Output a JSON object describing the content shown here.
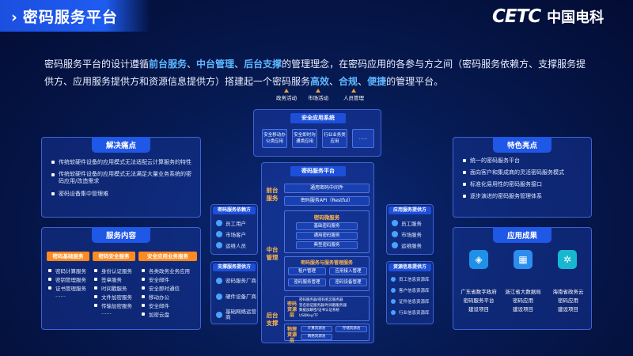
{
  "header": {
    "title": "密码服务平台",
    "chevron": "›",
    "logo_latin": "CETC",
    "logo_cn": "中国电科"
  },
  "intro": {
    "p1": "密码服务平台的设计遵循",
    "h1": "前台服务",
    "s1": "、",
    "h2": "中台管理",
    "s2": "、",
    "h3": "后台支撑",
    "p2": "的管理理念，在密码应用的各参与方之间（密码服务依赖方、支撑服务提供方、应用服务提供方和资源信息提供方）搭建起一个密码服务",
    "h4": "高效",
    "s3": "、",
    "h5": "合规",
    "s4": "、",
    "h6": "便捷",
    "p3": "的管理平台。"
  },
  "pain_points": {
    "title": "解决痛点",
    "items": [
      "传统软硬件设备的应用模式无法适配云计算服务的特性",
      "传统软硬件设备的应用模式无法满足大量业务系统的密码应用/改造需求",
      "密码设备集中管理难"
    ]
  },
  "service_content": {
    "title": "服务内容",
    "columns": [
      {
        "header": "密码基础服务",
        "items": [
          "密码计算服务",
          "密钥管理服务",
          "证书管理服务",
          "……"
        ]
      },
      {
        "header": "密码安全服务",
        "items": [
          "身份认证服务",
          "签章服务",
          "时间戳服务",
          "文件加密服务",
          "传输加密服务",
          "……"
        ]
      },
      {
        "header": "安全应用业务服务",
        "items": [
          "各类政务业务应用",
          "安全邮件",
          "安全即时通信",
          "移动办公",
          "安全邮件",
          "加密云盘"
        ]
      }
    ]
  },
  "top_arrows": [
    "政务活动",
    "市场活动",
    "人员管理"
  ],
  "security_app": {
    "title": "安全应用系统",
    "boxes": [
      "安全移动办公类应用",
      "安全即时沟通类应用",
      "行业业务类应用",
      "……"
    ]
  },
  "platform": {
    "title": "密码服务平台",
    "front": {
      "label": "前台服务",
      "rows": [
        "通用密码中间件",
        "密码服务API（Restful）"
      ]
    },
    "middle": {
      "label": "中台管理",
      "micro_title": "密码微服务",
      "micro_items": [
        "基础密码服务",
        "通用密码服务",
        "典型密码服务"
      ],
      "mgmt_title": "密码服务与服务管理服务",
      "mgmt_items": [
        "租户管理",
        "应用接入管理",
        "密码服务管理",
        "密码设备管理"
      ]
    },
    "back": {
      "label": "后台支撑",
      "crypto_label": "密码资源层",
      "crypto_items": [
        "密码服务器/密码机云服务器",
        "签名验证服务器/时间戳服务器",
        "数据加解密/证书认证系统",
        "USBKey/TF"
      ],
      "phys_label": "物理资源层",
      "phys_items": [
        "计算资源池",
        "网络资源池",
        "存储资源池"
      ]
    }
  },
  "dependents": {
    "title": "密码服务依赖方",
    "items": [
      "员工用户",
      "市场客户",
      "运维人员"
    ]
  },
  "support_providers": {
    "title": "支撑服务提供方",
    "items": [
      "密码服务厂商",
      "硬件设备厂商",
      "基础网络运营商"
    ]
  },
  "app_providers": {
    "title": "应用服务提供方",
    "items": [
      "员工服务",
      "市场服务",
      "运维服务"
    ]
  },
  "resource_providers": {
    "title": "资源信息提供方",
    "items": [
      "员工信息资源库",
      "客户信息资源库",
      "证件信息资源库",
      "行业信息资源库"
    ]
  },
  "highlights": {
    "title": "特色亮点",
    "items": [
      "统一的密码服务平台",
      "面向客户和集成商的灵活密码服务模式",
      "标准化易用性的密码服务接口",
      "逐步演进的密码服务管理体系"
    ]
  },
  "results": {
    "title": "应用成果",
    "items": [
      {
        "name": "广东省数字政府密码服务平台建设项目",
        "l1": "广东省数字政府",
        "l2": "密码服务平台",
        "l3": "建设项目"
      },
      {
        "name": "浙江省大数据局密码应用建设项目",
        "l1": "浙江省大数据局",
        "l2": "密码应用",
        "l3": "建设项目"
      },
      {
        "name": "海南省政务云密码应用建设项目",
        "l1": "海南省政务云",
        "l2": "密码应用",
        "l3": "建设项目"
      }
    ]
  },
  "colors": {
    "accent": "#1f57e6",
    "highlight": "#5fb8ff",
    "orange": "#f0a83a",
    "background": "#061a52"
  }
}
